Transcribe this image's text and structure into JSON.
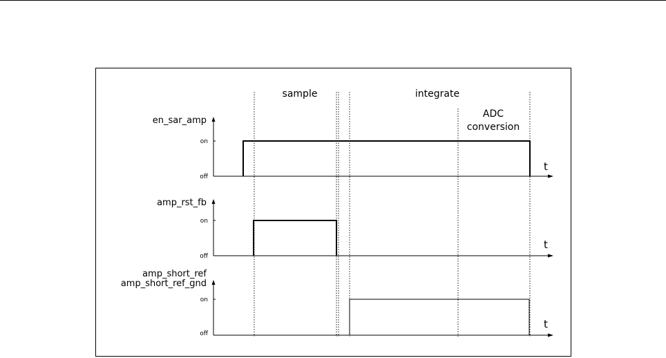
{
  "phases": {
    "sample": "sample",
    "integrate": "integrate",
    "adc_line1": "ADC",
    "adc_line2": "conversion"
  },
  "signals": [
    {
      "name_lines": [
        "en_sar_amp"
      ],
      "on_label": "on",
      "off_label": "off",
      "time_label": "t"
    },
    {
      "name_lines": [
        "amp_rst_fb"
      ],
      "on_label": "on",
      "off_label": "off",
      "time_label": "t"
    },
    {
      "name_lines": [
        "amp_short_ref",
        "amp_short_ref_gnd"
      ],
      "on_label": "on",
      "off_label": "off",
      "time_label": "t"
    }
  ]
}
